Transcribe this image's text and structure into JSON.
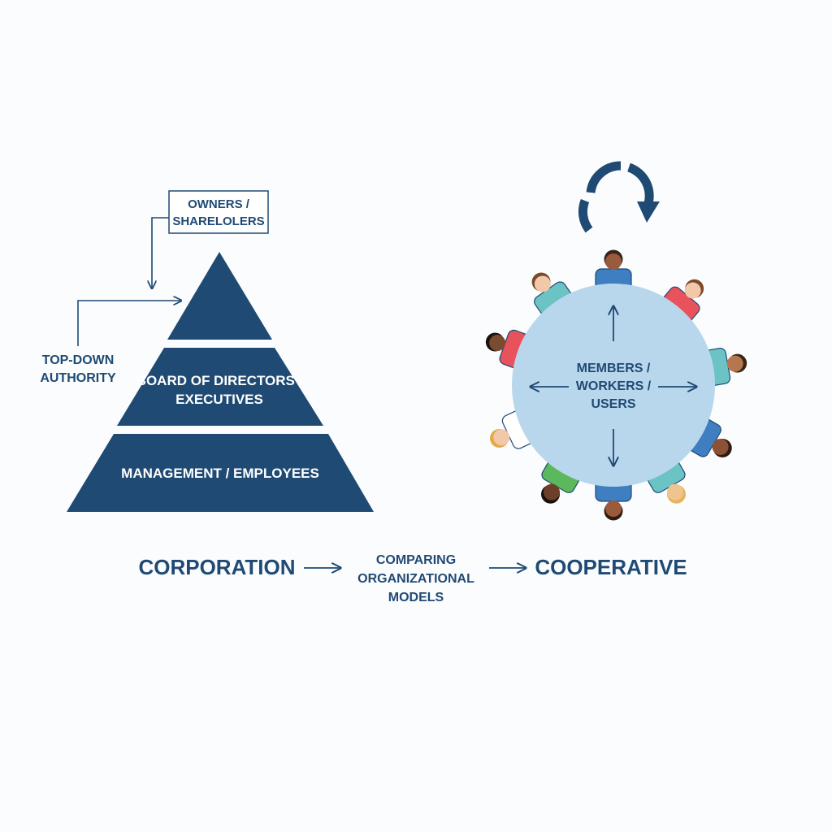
{
  "corporation": {
    "owners_label_line1": "OWNERS /",
    "owners_label_line2": "SHARELOLERS",
    "top_down_line1": "TOP-DOWN",
    "top_down_line2": "AUTHORITY",
    "board_line1": "BOARD OF DIRECTORS /",
    "board_line2": "EXECUTIVES",
    "management": "MANAGEMENT / EMPLOYEES"
  },
  "cooperative": {
    "center_line1": "MEMBERS /",
    "center_line2": "WORKERS /",
    "center_line3": "USERS",
    "cycle_icon": "circular-arrows-icon"
  },
  "footer": {
    "left_title": "CORPORATION",
    "middle_line1": "COMPARING",
    "middle_line2": "ORGANIZATIONAL",
    "middle_line3": "MODELS",
    "right_title": "COOPERATIVE"
  },
  "colors": {
    "navy": "#1f4a74",
    "circle_fill": "#b9d7ec",
    "background": "#fbfcfd"
  }
}
